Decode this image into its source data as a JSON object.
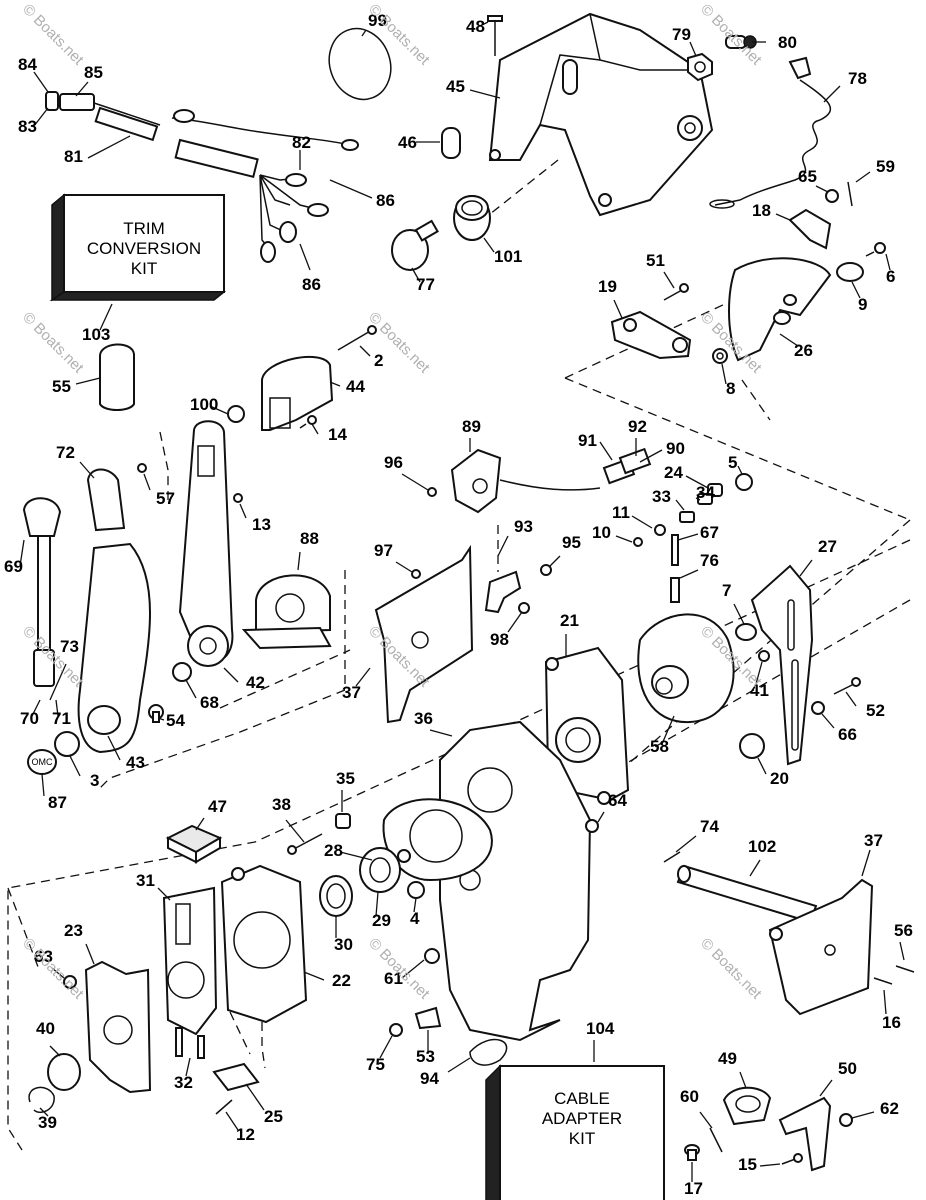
{
  "watermark": "© Boats.net",
  "kits": {
    "trim_conversion": [
      "TRIM",
      "CONVERSION",
      "KIT"
    ],
    "cable_adapter": [
      "CABLE",
      "ADAPTER",
      "KIT"
    ]
  },
  "decal_text": "OMC",
  "callouts": [
    "99",
    "48",
    "79",
    "80",
    "84",
    "85",
    "83",
    "45",
    "78",
    "81",
    "46",
    "82",
    "86",
    "65",
    "59",
    "18",
    "101",
    "77",
    "86",
    "51",
    "6",
    "19",
    "9",
    "103",
    "26",
    "8",
    "2",
    "55",
    "44",
    "100",
    "14",
    "89",
    "92",
    "91",
    "90",
    "96",
    "5",
    "24",
    "72",
    "57",
    "34",
    "33",
    "11",
    "13",
    "10",
    "67",
    "93",
    "95",
    "88",
    "97",
    "27",
    "69",
    "76",
    "7",
    "98",
    "21",
    "73",
    "41",
    "52",
    "37",
    "42",
    "68",
    "70",
    "71",
    "54",
    "36",
    "58",
    "66",
    "43",
    "20",
    "3",
    "87",
    "35",
    "64",
    "47",
    "38",
    "74",
    "102",
    "37",
    "28",
    "31",
    "23",
    "29",
    "4",
    "63",
    "22",
    "30",
    "56",
    "61",
    "16",
    "40",
    "104",
    "53",
    "75",
    "49",
    "50",
    "60",
    "62",
    "32",
    "94",
    "25",
    "39",
    "12",
    "15",
    "17"
  ]
}
